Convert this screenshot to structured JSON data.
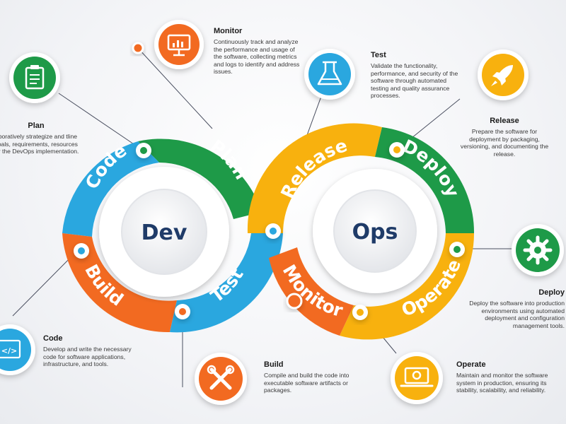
{
  "core": {
    "left": "Dev",
    "right": "Ops"
  },
  "ring": {
    "code": "Code",
    "plan": "Plan",
    "build": "Build",
    "test": "Test",
    "release": "Release",
    "deploy": "Deploy",
    "monitor": "Monitor",
    "operate": "Operate"
  },
  "colors": {
    "blue": "#2aa7df",
    "green": "#1e9a48",
    "orange": "#f26a21",
    "yellow": "#f8b10e",
    "navy": "#1f3b68"
  },
  "stages": {
    "monitor": {
      "title": "Monitor",
      "desc": "Continuously track and analyze the performance and usage of the software, collecting metrics and logs to identify and address issues.",
      "icon": "monitor-chart-icon"
    },
    "test": {
      "title": "Test",
      "desc": "Validate the functionality, performance, and security of the software through automated testing and quality assurance processes.",
      "icon": "flask-icon"
    },
    "plan": {
      "title": "Plan",
      "desc": "aboratively strategize and tline goals, requirements, resources for the DevOps implementation.",
      "icon": "clipboard-icon"
    },
    "release": {
      "title": "Release",
      "desc": "Prepare the software for deployment by packaging, versioning, and documenting the release.",
      "icon": "rocket-icon"
    },
    "deploy": {
      "title": "Deploy",
      "desc": "Deploy the software into production environments using automated deployment and configuration management tools.",
      "icon": "gear-icon"
    },
    "code": {
      "title": "Code",
      "desc": "Develop and write the necessary code for software applications, infrastructure, and tools.",
      "icon": "code-window-icon",
      "glyph": "</>"
    },
    "build": {
      "title": "Build",
      "desc": "Compile and build the code into executable software artifacts or packages.",
      "icon": "tools-icon"
    },
    "operate": {
      "title": "Operate",
      "desc": "Maintain and monitor the software system in production, ensuring its stability, scalability, and reliability.",
      "icon": "laptop-gear-icon"
    }
  }
}
